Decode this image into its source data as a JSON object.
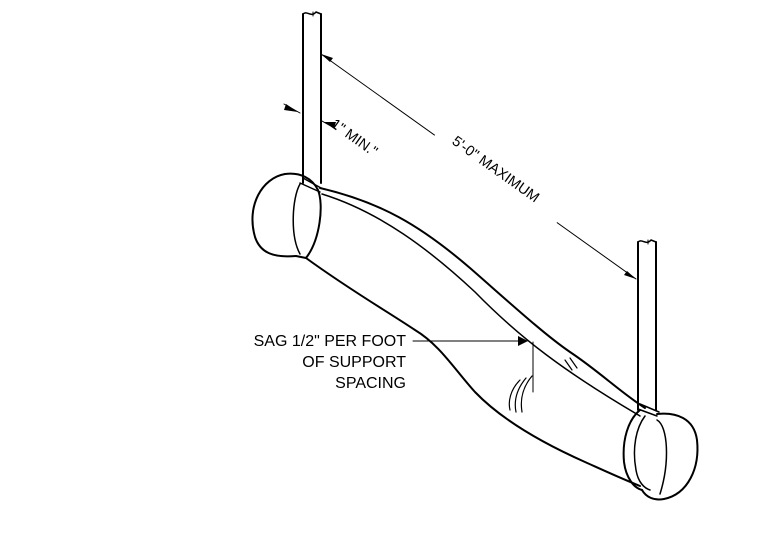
{
  "diagram": {
    "dimension_min": "1\" MIN.\"",
    "dimension_max": "5'-0\" MAXIMUM",
    "sag_note": {
      "line1": "SAG 1/2\" PER FOOT",
      "line2": "OF SUPPORT",
      "line3": "SPACING"
    }
  }
}
